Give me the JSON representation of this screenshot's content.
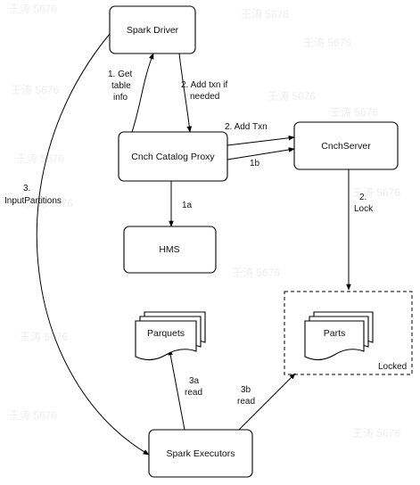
{
  "nodes": {
    "spark_driver": "Spark Driver",
    "catalog_proxy": "Cnch Catalog Proxy",
    "cnch_server": "CnchServer",
    "hms": "HMS",
    "parquets": "Parquets",
    "parts": "Parts",
    "locked_group": "Locked",
    "spark_executors": "Spark Executors"
  },
  "edges": {
    "get_table_info": [
      "1. Get",
      "table",
      "info"
    ],
    "add_txn_if_needed": [
      "2. Add txn if",
      "needed"
    ],
    "add_txn": "2. Add Txn",
    "edge_1b": "1b",
    "edge_1a": "1a",
    "lock": [
      "2.",
      "Lock"
    ],
    "input_partitions": [
      "3.",
      "InputPartitions"
    ],
    "read_3a": [
      "3a",
      "read"
    ],
    "read_3b": [
      "3b",
      "read"
    ]
  },
  "watermark": "王涛 5676",
  "colors": {
    "stroke": "#000000",
    "background": "#ffffff"
  }
}
